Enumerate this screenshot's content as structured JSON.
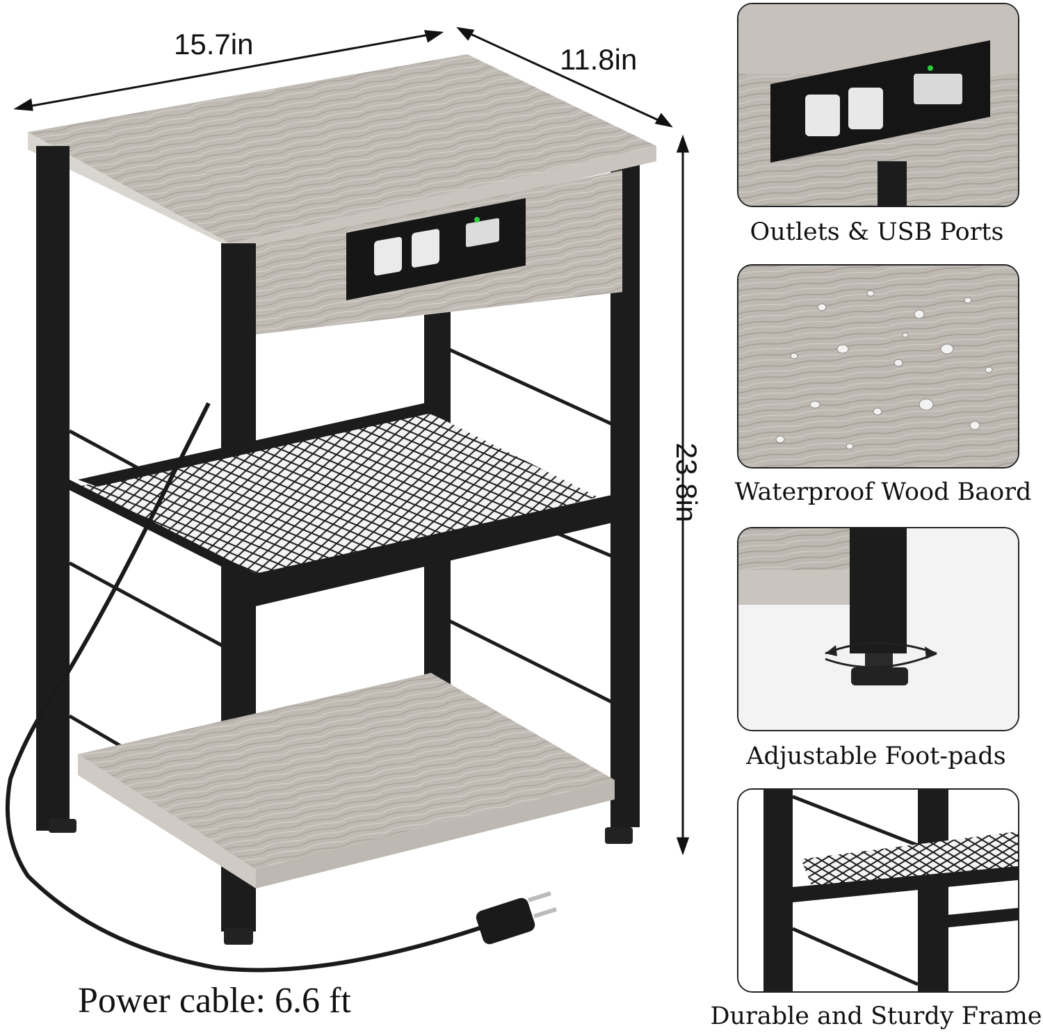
{
  "dimensions": {
    "width": "15.7in",
    "depth": "11.8in",
    "height": "23.8in"
  },
  "power_cable": "Power cable: 6.6 ft",
  "features": [
    {
      "caption": "Outlets & USB Ports",
      "icon": "outlet-usb-closeup"
    },
    {
      "caption": "Waterproof Wood Baord",
      "icon": "water-droplets-closeup"
    },
    {
      "caption": "Adjustable Foot-pads",
      "icon": "adjustable-foot-closeup"
    },
    {
      "caption": "Durable and Sturdy Frame",
      "icon": "metal-frame-closeup"
    }
  ],
  "colors": {
    "wood": "#bdb8b1",
    "metal": "#1c1c1c",
    "led": "#2ecc40"
  }
}
